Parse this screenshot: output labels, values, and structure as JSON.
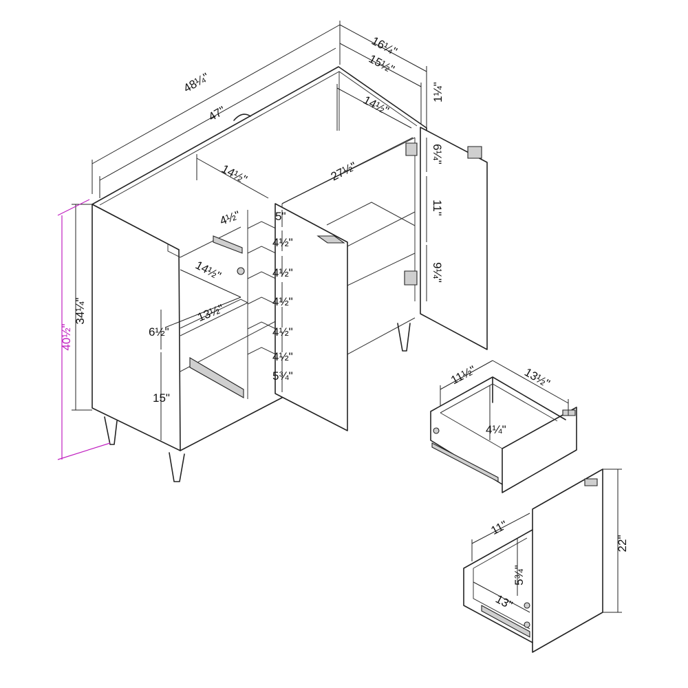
{
  "colors": {
    "line": "#222222",
    "dimension": "#222222",
    "height_dimension": "#c01fc0",
    "hardware": "#cfcfcf"
  },
  "dimensions": {
    "overall_width": "48¼\"",
    "inner_width": "47\"",
    "overall_depth": "16¼\"",
    "inner_depth": "15½\"",
    "top_thickness": "1¼\"",
    "right_compartment_depth": "14½\"",
    "right_compartment_width": "27½\"",
    "right_upper_gap": "6¼\"",
    "right_shelf_spacing": "11\"",
    "right_lower_gap": "9¼\"",
    "left_compartment_depth": "14½\"",
    "rack_top_gap": "5\"",
    "rack_depth": "4½\"",
    "rack_spacing_1": "4½\"",
    "rack_spacing_2": "4½\"",
    "rack_spacing_3": "4½\"",
    "rack_spacing_4": "4½\"",
    "rack_spacing_5": "4½\"",
    "rack_bottom_gap": "5¾\"",
    "left_shelf_depth": "14½\"",
    "left_shelf_width": "13½\"",
    "left_shelf_gap": "6½\"",
    "left_lower_height": "15\"",
    "body_height": "34¼\"",
    "overall_height": "40½\""
  },
  "drawer_top": {
    "width": "11½\"",
    "depth": "13½\"",
    "height": "4¼\""
  },
  "drawer_bottom": {
    "width": "11\"",
    "depth": "13\"",
    "height": "5¾\"",
    "front_height": "22\""
  }
}
